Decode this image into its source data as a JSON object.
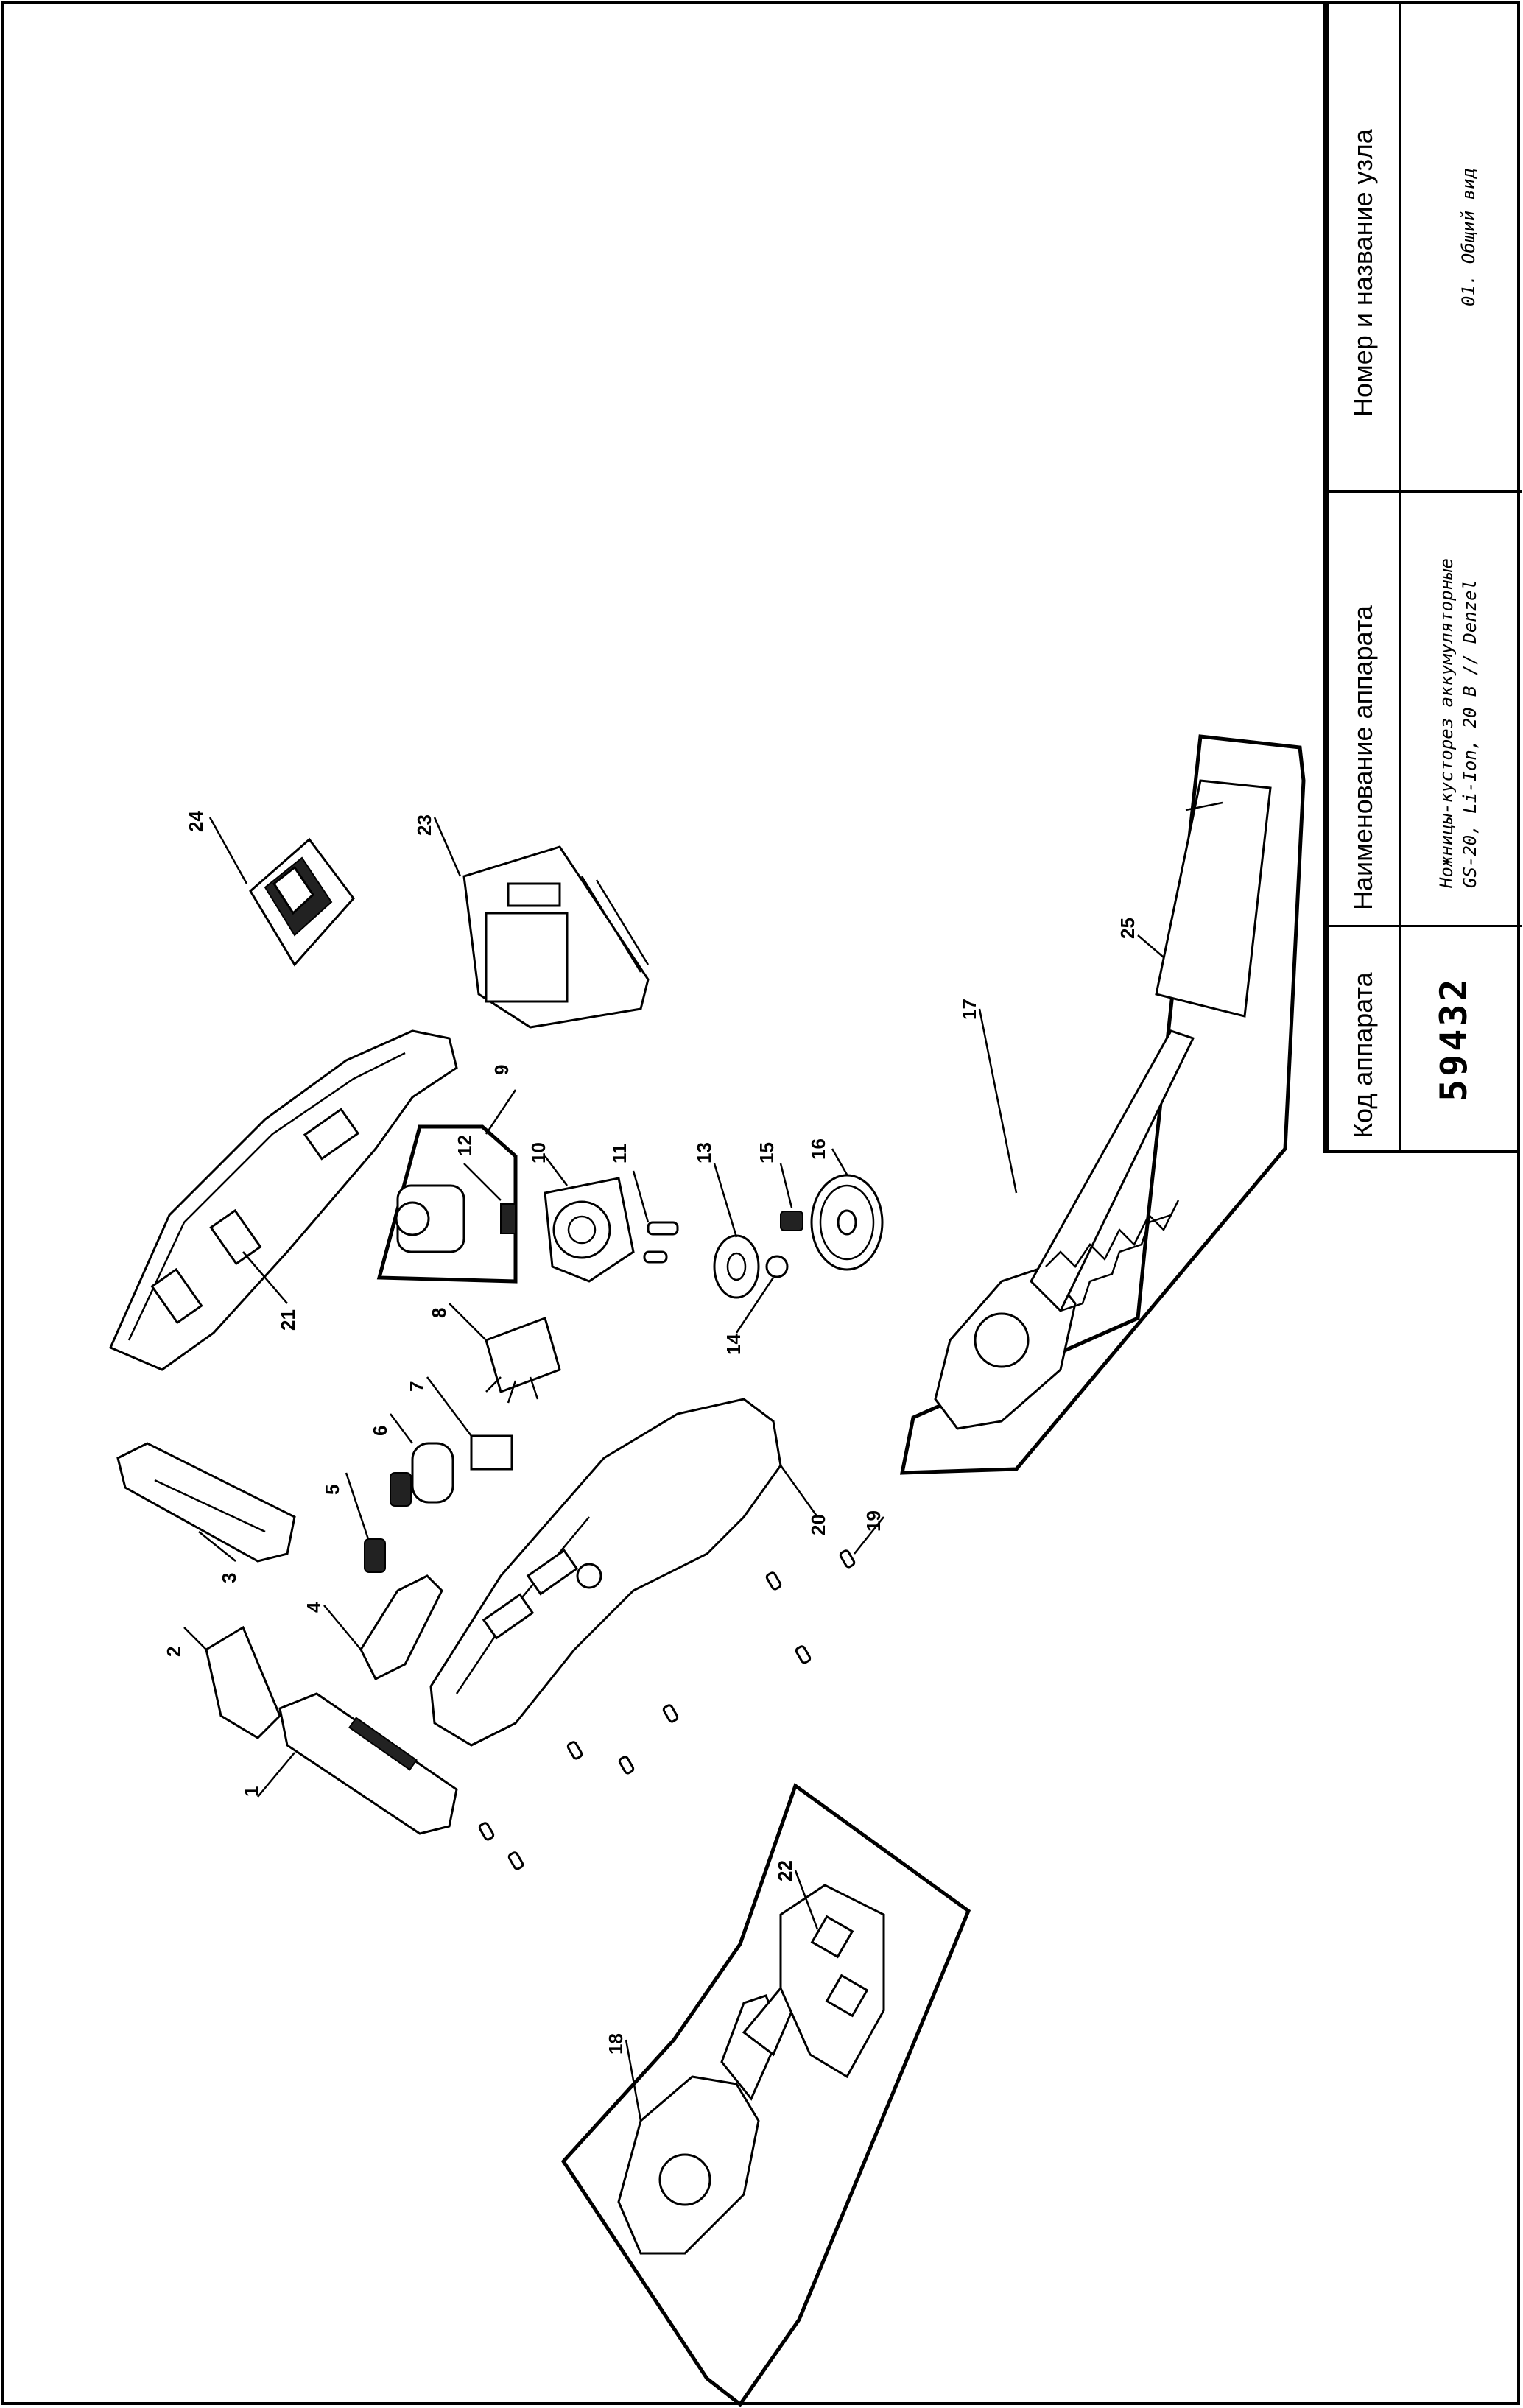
{
  "title_block": {
    "code_header": "Код аппарата",
    "code_value": "59432",
    "device_header": "Наименование аппарата",
    "device_line1": "Ножницы-кусторез аккумуляторные",
    "device_line2": "GS-20, Li-Ion, 20 В // Denzel",
    "assembly_header": "Номер и название узла",
    "assembly_value": "01. Общий вид"
  },
  "parts": {
    "p1": "1",
    "p2": "2",
    "p3": "3",
    "p4": "4",
    "p5": "5",
    "p6": "6",
    "p7": "7",
    "p8": "8",
    "p9": "9",
    "p10": "10",
    "p11": "11",
    "p12": "12",
    "p13": "13",
    "p14": "14",
    "p15": "15",
    "p16": "16",
    "p17": "17",
    "p18": "18",
    "p19": "19",
    "p20": "20",
    "p21": "21",
    "p22": "22",
    "p23": "23",
    "p24": "24",
    "p25": "25"
  }
}
